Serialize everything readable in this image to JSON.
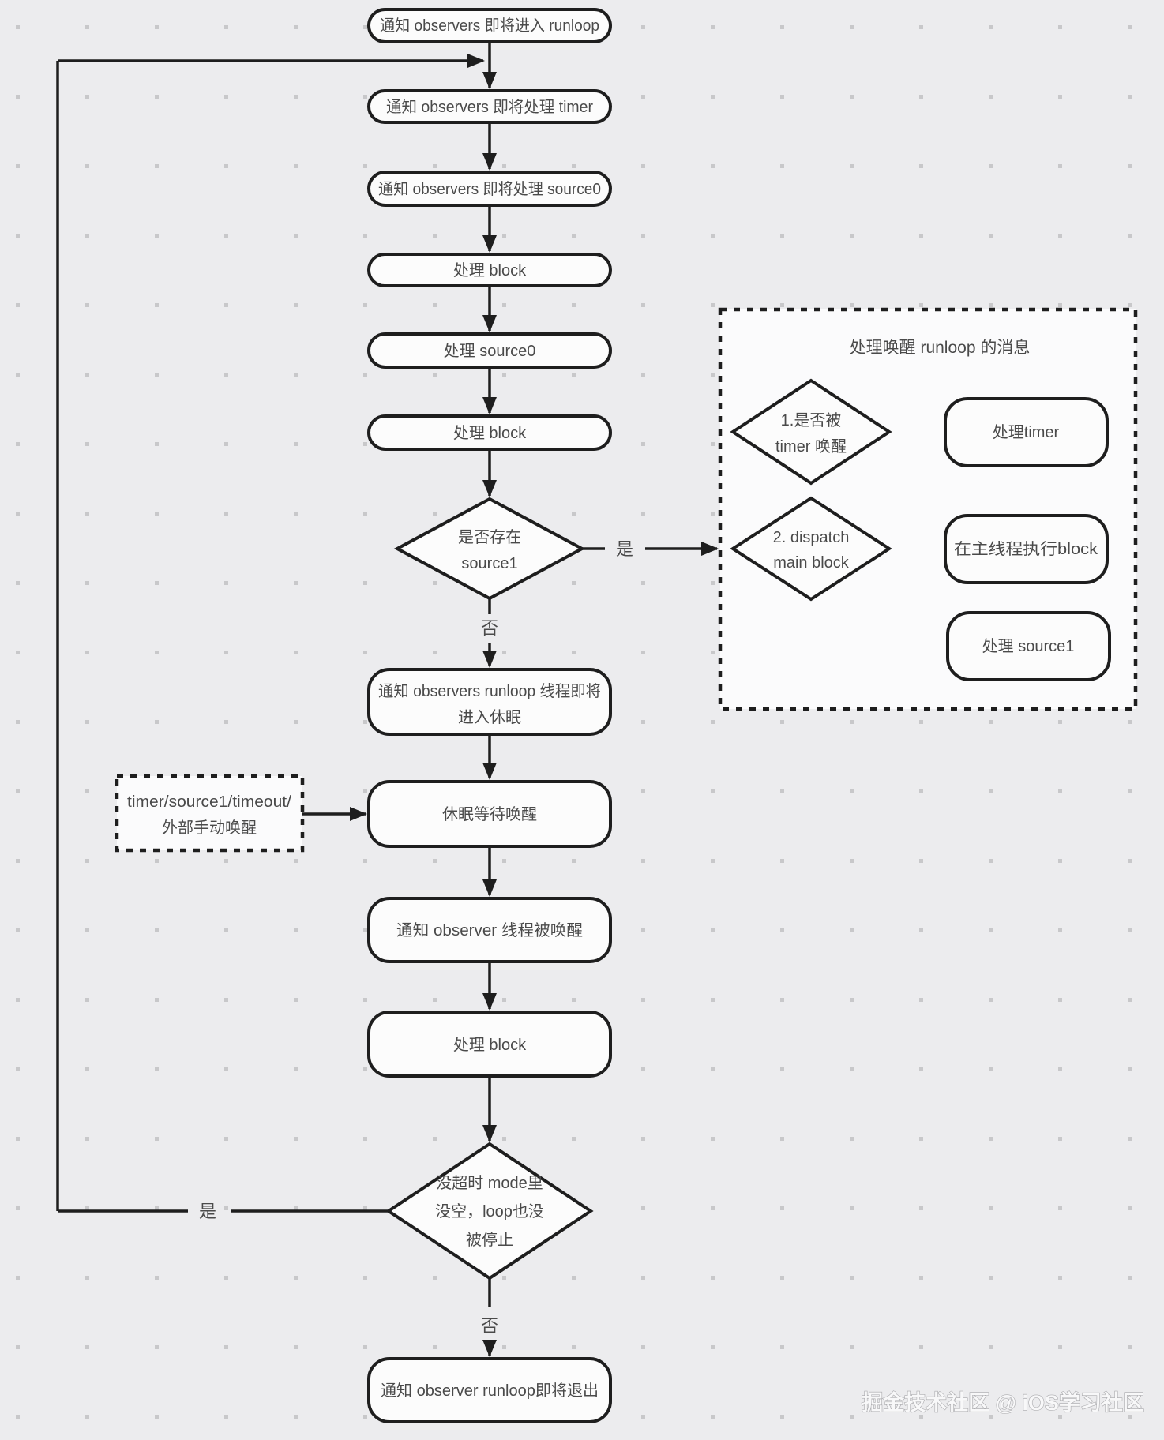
{
  "colors": {
    "background": "#ECECEE",
    "dot_grid": "#C8C8CA",
    "node_fill": "#FCFCFC",
    "stroke": "#1E1E1E",
    "text": "#4A4A4A"
  },
  "main_flow": {
    "notify_enter": "通知 observers 即将进入 runloop",
    "notify_process_timer": "通知 observers 即将处理 timer",
    "notify_process_source0": "通知 observers 即将处理 source0",
    "process_block_1": "处理 block",
    "process_source0": "处理 source0",
    "process_block_2": "处理 block",
    "decision_source1": {
      "line1": "是否存在",
      "line2": "source1",
      "yes": "是",
      "no": "否"
    },
    "notify_will_sleep": {
      "line1": "通知 observers runloop 线程即将",
      "line2": "进入休眠"
    },
    "sleep_wait": "休眠等待唤醒",
    "notify_woken": "通知 observer 线程被唤醒",
    "process_block_3": "处理 block",
    "decision_continue": {
      "line1": "没超时 mode里",
      "line2": "没空，loop也没",
      "line3": "被停止",
      "yes": "是",
      "no": "否"
    },
    "notify_exit": "通知 observer runloop即将退出"
  },
  "wakeup_group": {
    "title": "处理唤醒 runloop 的消息",
    "decision_timer": {
      "line1": "1.是否被",
      "line2": "timer 唤醒"
    },
    "process_timer": "处理timer",
    "decision_dispatch": {
      "line1": "2. dispatch",
      "line2": "main block"
    },
    "exec_main_block": "在主线程执行block",
    "process_source1": "处理 source1"
  },
  "external_wakeup": {
    "line1": "timer/source1/timeout/",
    "line2": "外部手动唤醒"
  },
  "watermark": "掘金技术社区 @ iOS学习社区"
}
